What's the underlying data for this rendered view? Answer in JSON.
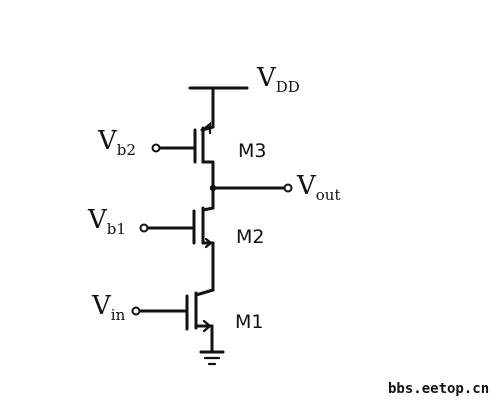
{
  "supply": {
    "label": "V",
    "sub": "DD"
  },
  "output": {
    "label": "V",
    "sub": "out"
  },
  "inputs": [
    {
      "label": "V",
      "sub": "b2"
    },
    {
      "label": "V",
      "sub": "b1"
    },
    {
      "label": "V",
      "sub": "in"
    }
  ],
  "transistors": [
    "M3",
    "M2",
    "M1"
  ],
  "watermark": "bbs.eetop.cn"
}
